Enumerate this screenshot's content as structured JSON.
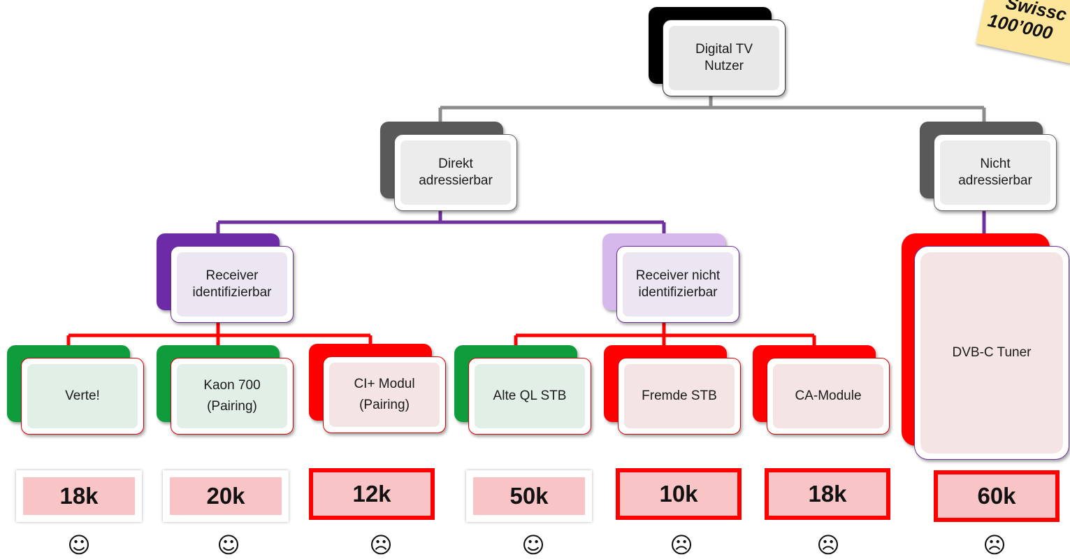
{
  "badge": {
    "line1": "Swissc",
    "line2": "100’000"
  },
  "nodes": {
    "root": "Digital TV\nNutzer",
    "direkt": "Direkt\nadressierbar",
    "nicht": "Nicht\nadressierbar",
    "recv_id": "Receiver\nidentifizierbar",
    "recv_nicht": "Receiver nicht\nidentifizierbar",
    "verte": "Verte!",
    "kaon": "Kaon 700\n(Pairing)",
    "ci": "CI+ Modul\n(Pairing)",
    "alte": "Alte QL STB",
    "fremde": "Fremde STB",
    "ca": "CA-Module",
    "dvbc": "DVB-C Tuner"
  },
  "counts": {
    "verte": "18k",
    "kaon": "20k",
    "ci": "12k",
    "alte": "50k",
    "fremde": "10k",
    "ca": "18k",
    "dvbc": "60k"
  },
  "faces": {
    "verte": "☺",
    "kaon": "☺",
    "ci": "☹",
    "alte": "☺",
    "fremde": "☹",
    "ca": "☹",
    "dvbc": "☹"
  },
  "colors": {
    "gray_line": "#8c8c8c",
    "purple_line": "#7030a0",
    "red_line": "#ff0000",
    "green": "#0e9c3c",
    "red": "#ff0000",
    "black": "#000000",
    "dark_gray": "#595959",
    "purple": "#6c2ca8",
    "light_purple": "#d7b8ec"
  }
}
